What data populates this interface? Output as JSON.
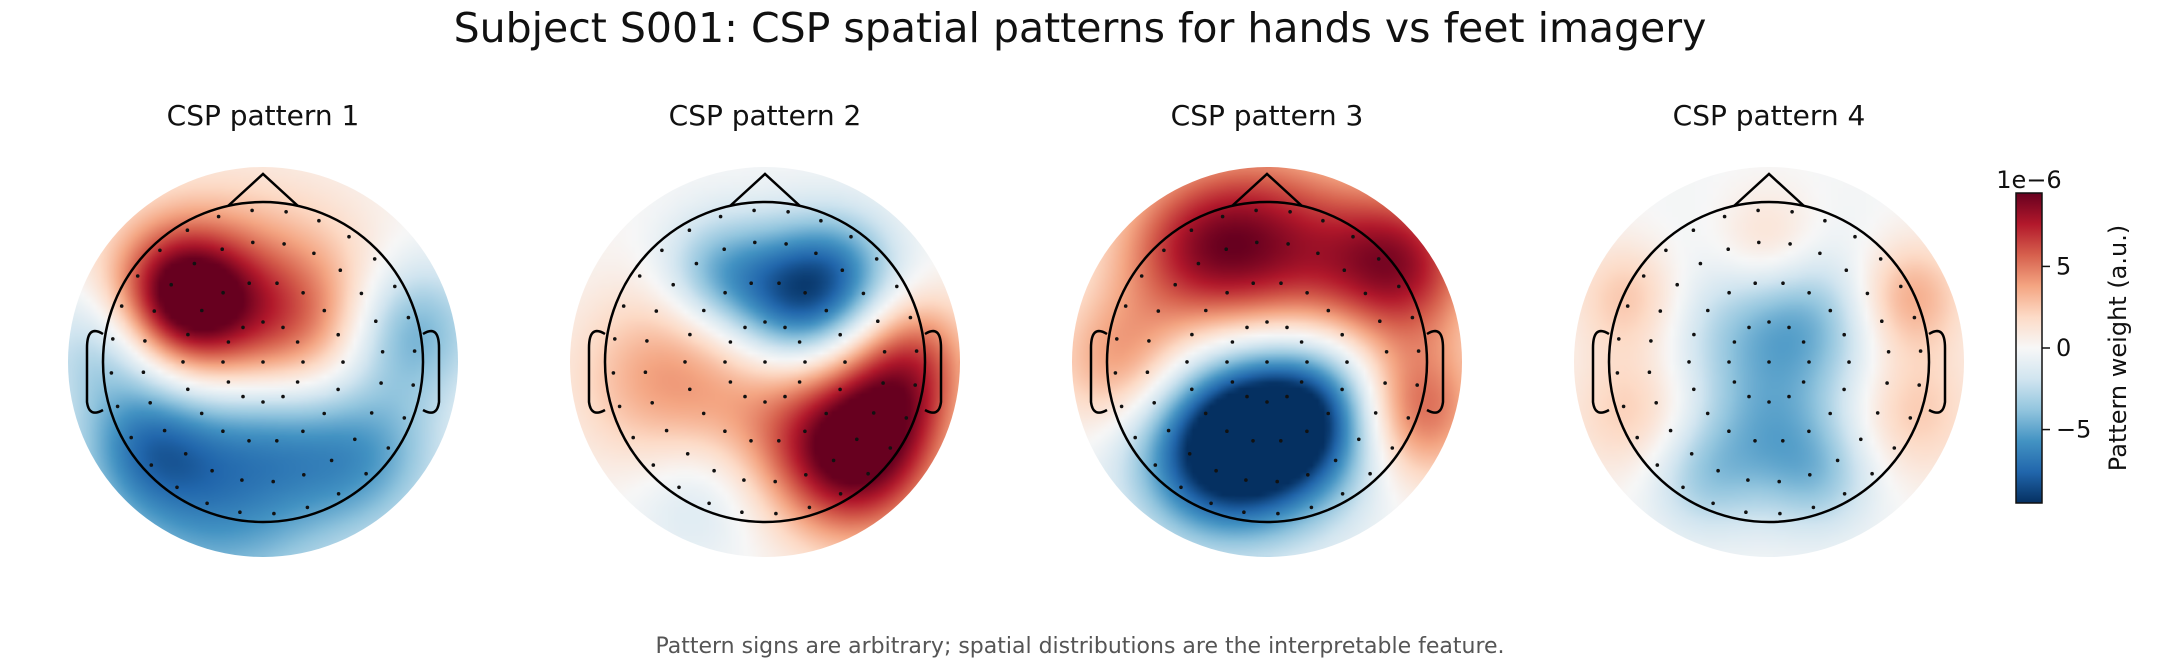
{
  "title": "Subject S001: CSP spatial patterns for hands vs feet imagery",
  "footnote": "Pattern signs are arbitrary; spatial distributions are the interpretable feature.",
  "chart_data": {
    "type": "heatmap",
    "title": "Subject S001: CSP spatial patterns for hands vs feet imagery",
    "panels": [
      {
        "title": "CSP pattern 1",
        "blobs": [
          [
            -0.5,
            -0.4,
            0.3,
            9.0
          ],
          [
            -0.15,
            -0.25,
            0.55,
            4.5
          ],
          [
            0.25,
            -0.25,
            0.35,
            3.0
          ],
          [
            -0.25,
            0.8,
            0.5,
            -6.0
          ],
          [
            0.6,
            0.55,
            0.35,
            -5.0
          ],
          [
            -0.7,
            0.5,
            0.3,
            -5.0
          ],
          [
            0.9,
            -0.2,
            0.3,
            -5.0
          ],
          [
            -0.95,
            -0.1,
            0.3,
            -4.0
          ],
          [
            0.0,
            0.4,
            0.3,
            -2.5
          ]
        ]
      },
      {
        "title": "CSP pattern 2",
        "blobs": [
          [
            0.2,
            -0.4,
            0.3,
            -8.0
          ],
          [
            -0.3,
            -0.55,
            0.25,
            -4.0
          ],
          [
            0.5,
            -0.6,
            0.25,
            -3.0
          ],
          [
            0.55,
            0.6,
            0.35,
            9.0
          ],
          [
            0.8,
            0.2,
            0.3,
            5.0
          ],
          [
            -0.6,
            0.1,
            0.4,
            4.0
          ],
          [
            0.1,
            0.35,
            0.35,
            2.5
          ],
          [
            -0.4,
            0.8,
            0.3,
            -2.0
          ],
          [
            0.95,
            -0.1,
            0.25,
            3.0
          ]
        ]
      },
      {
        "title": "CSP pattern 3",
        "blobs": [
          [
            0.0,
            0.4,
            0.4,
            -10.0
          ],
          [
            -0.35,
            0.6,
            0.35,
            -6.0
          ],
          [
            0.35,
            0.3,
            0.3,
            -4.0
          ],
          [
            0.8,
            -0.6,
            0.35,
            8.0
          ],
          [
            -0.5,
            -0.7,
            0.35,
            5.0
          ],
          [
            0.0,
            -0.85,
            0.4,
            5.0
          ],
          [
            -0.9,
            0.0,
            0.3,
            4.0
          ],
          [
            0.9,
            0.3,
            0.3,
            6.0
          ],
          [
            0.0,
            -0.4,
            0.4,
            3.0
          ]
        ]
      },
      {
        "title": "CSP pattern 4",
        "blobs": [
          [
            0.0,
            -0.05,
            0.5,
            -4.0
          ],
          [
            0.2,
            -0.3,
            0.3,
            -2.0
          ],
          [
            -0.4,
            0.7,
            0.25,
            -3.0
          ],
          [
            0.3,
            0.7,
            0.25,
            -3.0
          ],
          [
            0.0,
            -0.7,
            0.25,
            3.0
          ],
          [
            0.85,
            -0.4,
            0.25,
            4.0
          ],
          [
            -0.85,
            -0.4,
            0.25,
            3.0
          ],
          [
            0.85,
            0.3,
            0.3,
            3.0
          ],
          [
            -0.8,
            0.3,
            0.3,
            3.0
          ],
          [
            0.0,
            0.45,
            0.25,
            -1.5
          ]
        ]
      }
    ],
    "colorbar": {
      "label": "Pattern weight (a.u.)",
      "scale_text": "1e−6",
      "vmin": -9.5,
      "vmax": 9.5,
      "ticks": [
        5,
        0,
        -5
      ],
      "tick_labels": [
        "5",
        "0",
        "−5"
      ],
      "colormap": "RdBu_r"
    }
  }
}
